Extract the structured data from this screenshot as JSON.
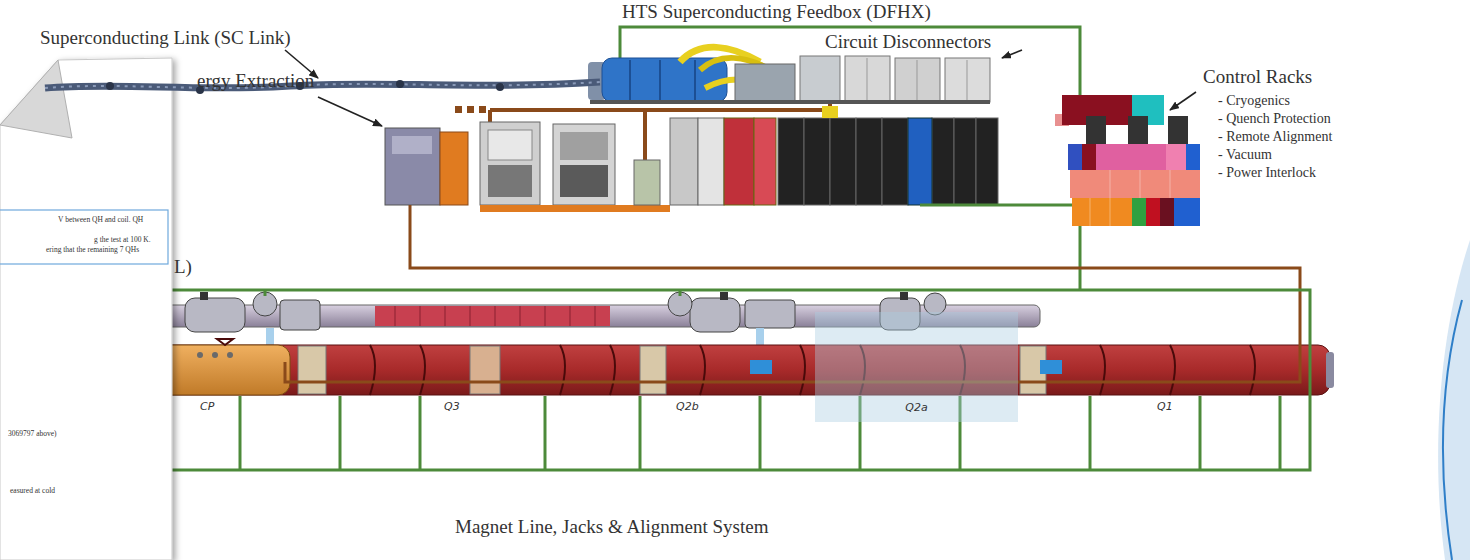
{
  "diagram": {
    "nodes": [
      {
        "text": [
          "Q2a"
        ]
      }
    ],
    "labels": [
      "HTS Superconducting Feedbox (DFHX)",
      "Superconducting Link (SC Link)",
      "Circuit Disconnectors",
      "Control Racks",
      "- Cryogenics",
      "- Quench Protection",
      "- Remote Alignment",
      "- Vacuum",
      "- Power Interlock",
      "ergy Extraction",
      "L)",
      "V between QH and coil. QH",
      "g the test at 100 K.",
      "ering that the remaining 7 QHs",
      "3069797 above)",
      "easured at cold",
      "CP",
      "Q3",
      "Q2b",
      "Q1",
      "Magnet Line, Jacks & Alignment System"
    ]
  }
}
